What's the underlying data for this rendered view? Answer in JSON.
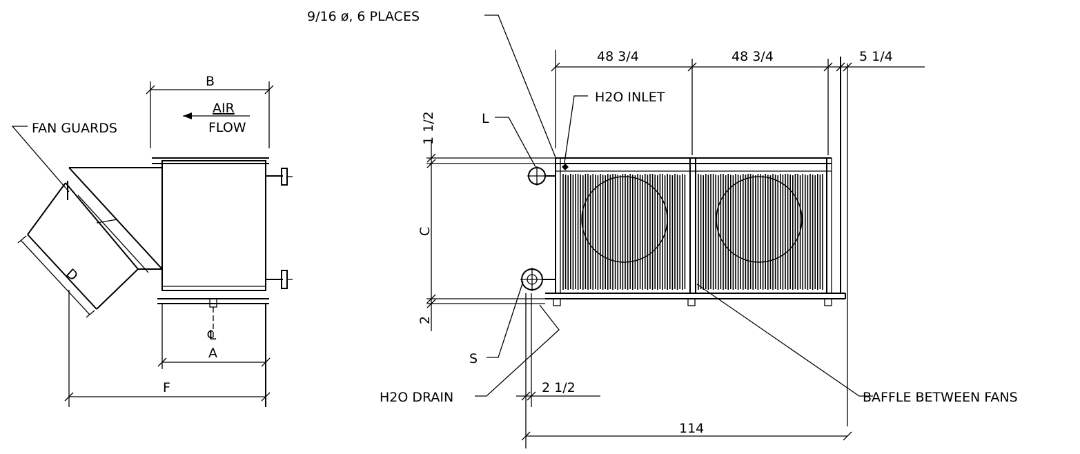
{
  "side_view": {
    "labels": {
      "fan_guards": "FAN GUARDS",
      "air": "AIR",
      "flow": "FLOW",
      "dim_a": "A",
      "dim_b": "B",
      "dim_d": "D",
      "dim_f": "F",
      "centerline": "℄"
    }
  },
  "front_view": {
    "labels": {
      "bolt_holes": "9/16 ø, 6 PLACES",
      "h2o_inlet": "H2O INLET",
      "h2o_drain": "H2O DRAIN",
      "baffle": "BAFFLE BETWEEN FANS",
      "l": "L",
      "s": "S",
      "dim_c": "C"
    },
    "dimensions": {
      "bay_1": "48 3/4",
      "bay_2": "48 3/4",
      "end_offset": "5 1/4",
      "top_offset": "1 1/2",
      "bottom_offset": "2",
      "drain_offset": "2 1/2",
      "overall": "114"
    }
  }
}
